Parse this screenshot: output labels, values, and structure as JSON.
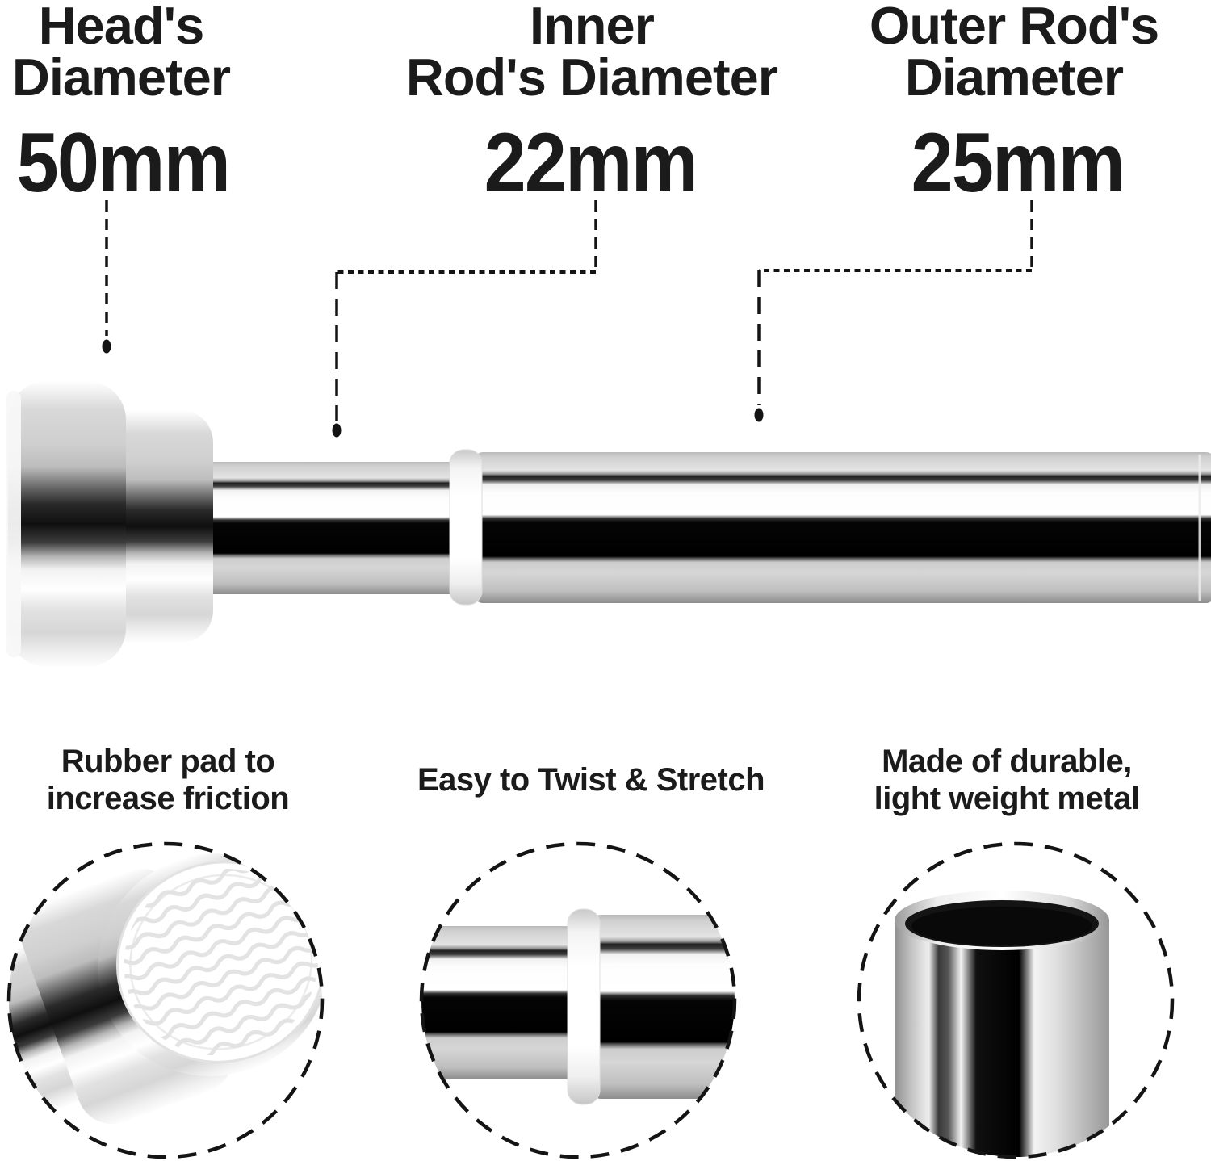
{
  "page": {
    "background": "#ffffff",
    "text_color": "#1b1b1b",
    "leader_line_color": "#141414"
  },
  "measurements": [
    {
      "id": "head",
      "label_line1": "Head's",
      "label_line2": "Diameter",
      "value": "50mm"
    },
    {
      "id": "inner-rod",
      "label_line1": "Inner",
      "label_line2": "Rod's Diameter",
      "value": "22mm"
    },
    {
      "id": "outer-rod",
      "label_line1": "Outer Rod's",
      "label_line2": "Diameter",
      "value": "25mm"
    }
  ],
  "features": [
    {
      "id": "rubber-pad",
      "line1": "Rubber pad to",
      "line2": "increase friction"
    },
    {
      "id": "twist-stretch",
      "line1": "Easy to Twist & Stretch",
      "line2": ""
    },
    {
      "id": "durable-metal",
      "line1": "Made of durable,",
      "line2": "light weight metal"
    }
  ],
  "illustration": {
    "parts": [
      "head-cap",
      "rubber-pad",
      "inner-rod",
      "white-collar",
      "outer-rod",
      "tube-opening"
    ],
    "colors": {
      "chrome_highlight": "#ffffff",
      "chrome_shadow": "#000000",
      "collar_white": "#ffffff"
    }
  }
}
